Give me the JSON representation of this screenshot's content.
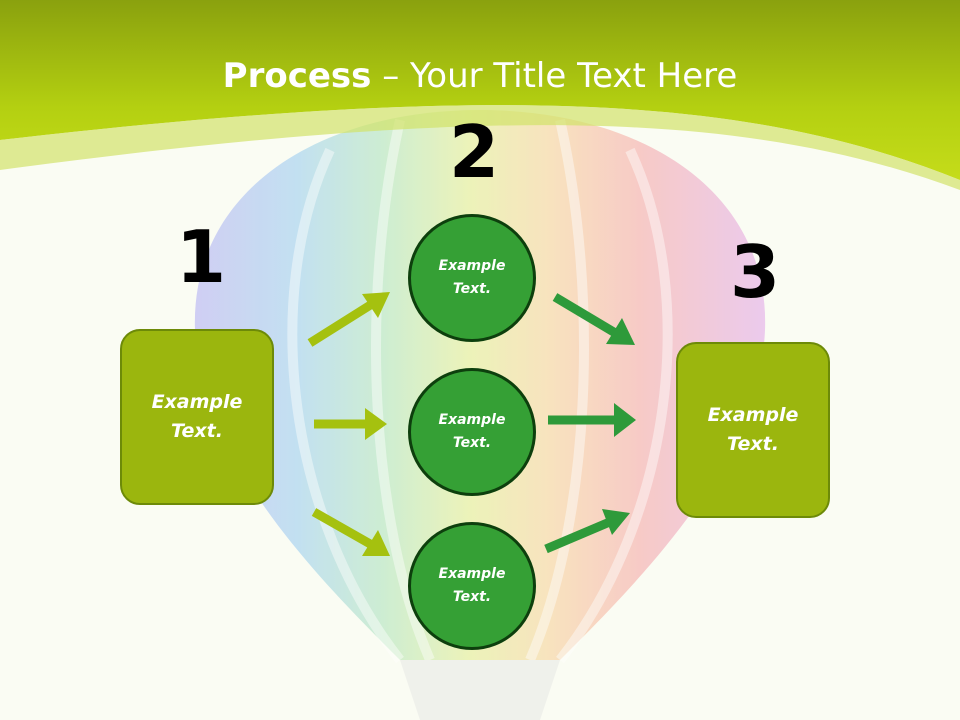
{
  "title": {
    "bold": "Process",
    "dash": " – ",
    "rest": "Your Title Text Here"
  },
  "steps": {
    "one": {
      "number": "1",
      "label_line1": "Example",
      "label_line2": "Text."
    },
    "two": {
      "number": "2",
      "circles": [
        {
          "line1": "Example",
          "line2": "Text."
        },
        {
          "line1": "Example",
          "line2": "Text."
        },
        {
          "line1": "Example",
          "line2": "Text."
        }
      ]
    },
    "three": {
      "number": "3",
      "label_line1": "Example",
      "label_line2": "Text."
    }
  },
  "colors": {
    "header_green": "#a8c40d",
    "box_green": "#9bb60e",
    "circle_green": "#35a035",
    "arrow_olive": "#a5c10f",
    "arrow_green": "#2e9a3a"
  }
}
